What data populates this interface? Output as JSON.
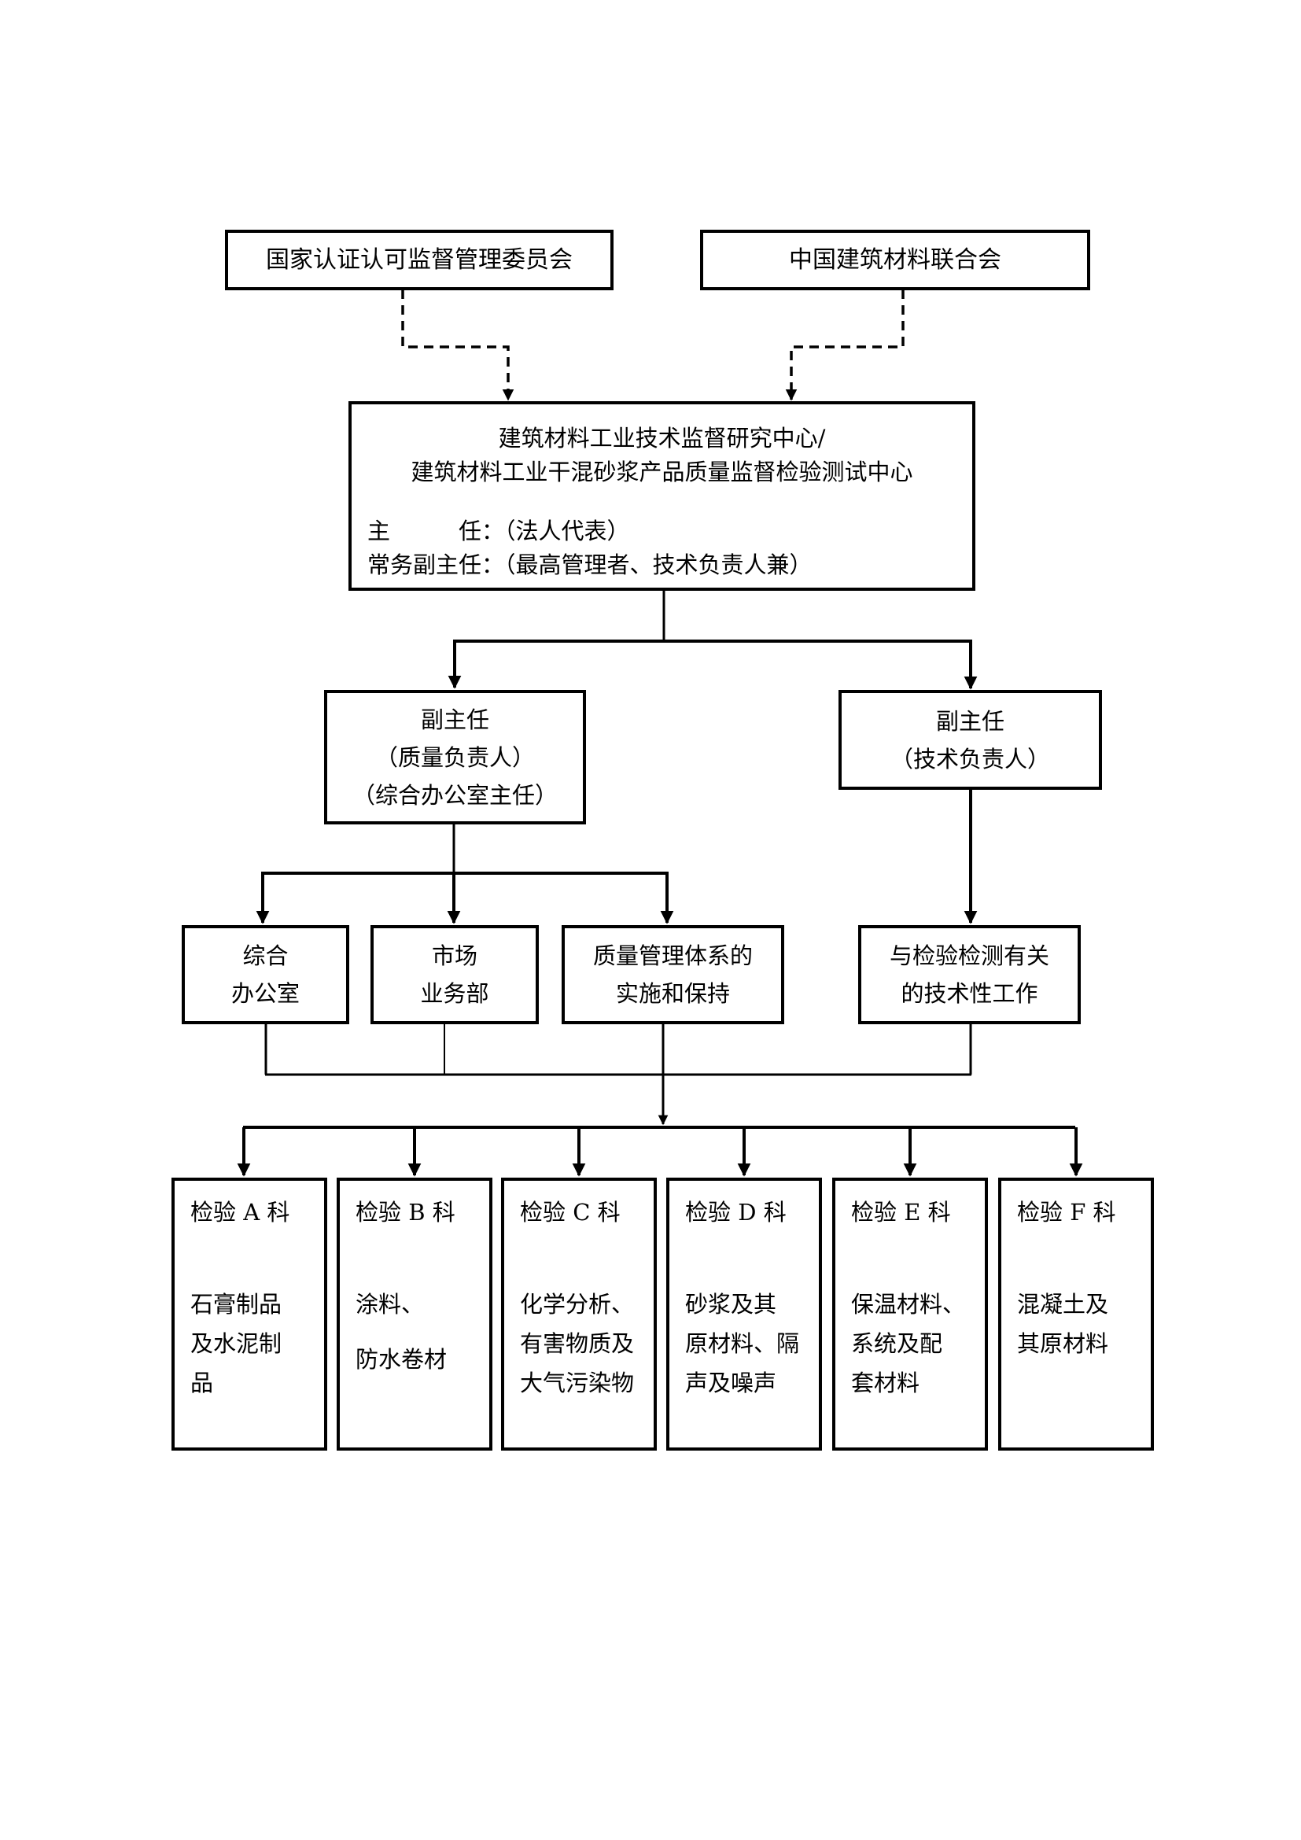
{
  "diagram": {
    "type": "organization-chart",
    "supervisors": [
      {
        "id": "cnca",
        "label": "国家认证认可监督管理委员会"
      },
      {
        "id": "cbmf",
        "label": "中国建筑材料联合会"
      }
    ],
    "center": {
      "titles": [
        "建筑材料工业技术监督研究中心/",
        "建筑材料工业干混砂浆产品质量监督检验测试中心"
      ],
      "roles": [
        "主　　　任：（法人代表）",
        "常务副主任：（最高管理者、技术负责人兼）"
      ]
    },
    "deputies": [
      {
        "id": "quality",
        "lines": [
          "副主任",
          "（质量负责人）",
          "（综合办公室主任）"
        ]
      },
      {
        "id": "technical",
        "lines": [
          "副主任",
          "（技术负责人）"
        ]
      }
    ],
    "functions": [
      {
        "id": "office",
        "lines": [
          "综合",
          "办公室"
        ]
      },
      {
        "id": "market",
        "lines": [
          "市场",
          "业务部"
        ]
      },
      {
        "id": "qms",
        "lines": [
          "质量管理体系的",
          "实施和保持"
        ]
      },
      {
        "id": "tech-work",
        "lines": [
          "与检验检测有关",
          "的技术性工作"
        ]
      }
    ],
    "departments": [
      {
        "id": "a",
        "name": "检验 A 科",
        "scope": [
          "石膏制品",
          "及水泥制",
          "品"
        ]
      },
      {
        "id": "b",
        "name": "检验 B 科",
        "scope": [
          "涂料、",
          "防水卷材"
        ]
      },
      {
        "id": "c",
        "name": "检验 C 科",
        "scope": [
          "化学分析、",
          "有害物质及",
          "大气污染物"
        ]
      },
      {
        "id": "d",
        "name": "检验 D 科",
        "scope": [
          "砂浆及其",
          "原材料、隔",
          "声及噪声"
        ]
      },
      {
        "id": "e",
        "name": "检验 E 科",
        "scope": [
          "保温材料、",
          "系统及配",
          "套材料"
        ]
      },
      {
        "id": "f",
        "name": "检验 F 科",
        "scope": [
          "混凝土及",
          "其原材料"
        ]
      }
    ],
    "edges": [
      {
        "from": "cnca",
        "to": "center",
        "style": "dashed"
      },
      {
        "from": "cbmf",
        "to": "center",
        "style": "dashed"
      },
      {
        "from": "center",
        "to": "quality",
        "style": "solid"
      },
      {
        "from": "center",
        "to": "technical",
        "style": "solid"
      },
      {
        "from": "quality",
        "to": "office",
        "style": "solid"
      },
      {
        "from": "quality",
        "to": "market",
        "style": "solid"
      },
      {
        "from": "quality",
        "to": "qms",
        "style": "solid"
      },
      {
        "from": "technical",
        "to": "tech-work",
        "style": "solid"
      },
      {
        "from": "functions",
        "to": "departments",
        "style": "solid"
      }
    ],
    "colors": {
      "line": "#000000",
      "background": "#ffffff",
      "text": "#000000"
    }
  }
}
